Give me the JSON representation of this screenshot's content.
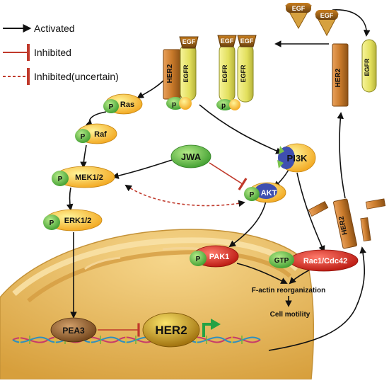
{
  "legend": {
    "activated": "Activated",
    "inhibited": "Inhibited",
    "inhibited_uncertain": "Inhibited(uncertain)"
  },
  "ligand": {
    "egf": "EGF"
  },
  "receptors": {
    "her2": "HER2",
    "egfr": "EGFR",
    "phospho": "P",
    "phospho_lower": "p"
  },
  "nodes": {
    "ras": "Ras",
    "raf": "Raf",
    "mek": "MEK1/2",
    "erk": "ERK1/2",
    "jwa": "JWA",
    "pi3k": "PI3K",
    "akt": "AKT",
    "pak1": "PAK1",
    "gtp": "GTP",
    "rac": "Rac1/Cdc42",
    "pea3": "PEA3",
    "her2_gene": "HER2"
  },
  "outcomes": {
    "factin": "F-actin reorganization",
    "motility": "Cell motility"
  },
  "colors": {
    "activation": "#111111",
    "inhibition": "#c0392b",
    "egfr_fill": "#e6e36a",
    "her2_fill": "#c9772a",
    "nucleus": "#e3b95a",
    "phospho": "#5aa83a"
  }
}
